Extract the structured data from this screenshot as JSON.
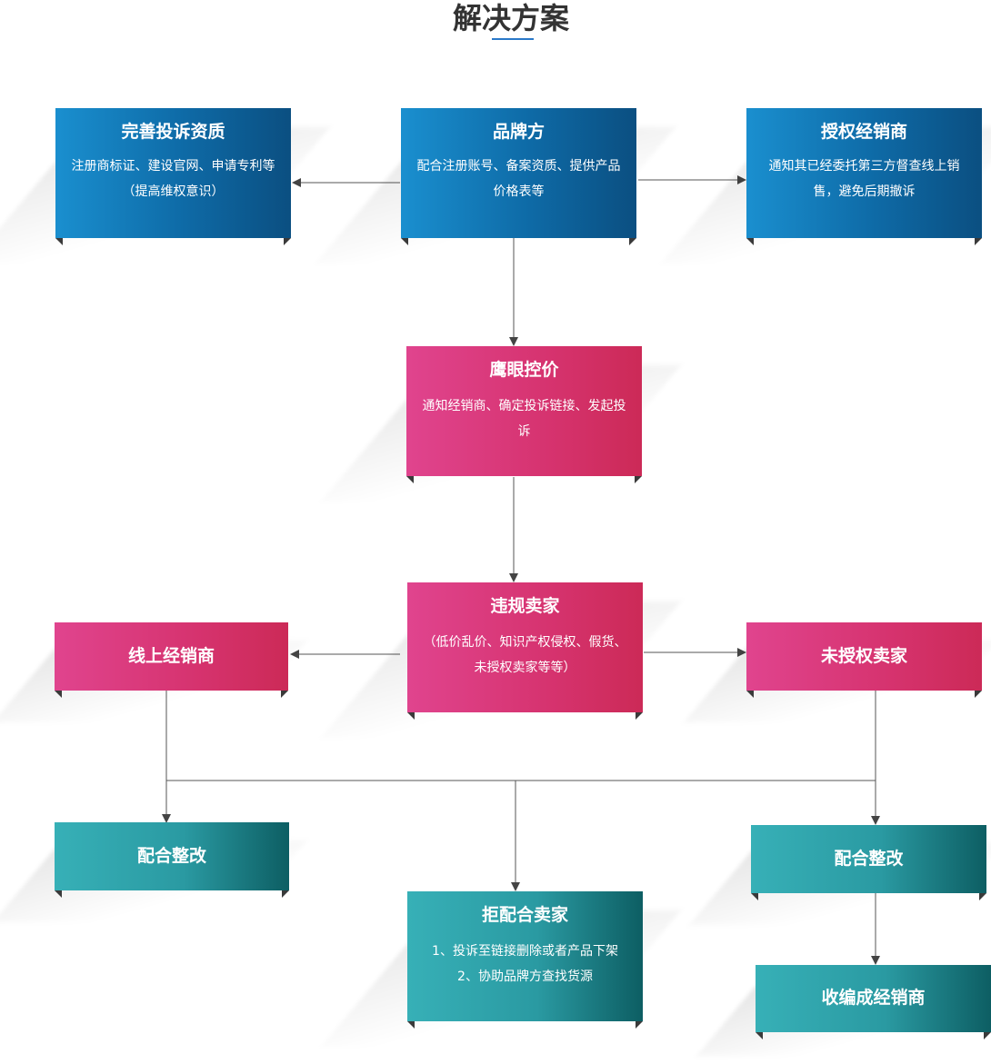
{
  "page": {
    "title": "解决方案"
  },
  "nodes": {
    "complaint_qual": {
      "title": "完善投诉资质",
      "desc": "注册商标证、建设官网、申请专利等（提高维权意识）"
    },
    "brand": {
      "title": "品牌方",
      "desc": "配合注册账号、备案资质、提供产品价格表等"
    },
    "auth_dealer": {
      "title": "授权经销商",
      "desc": "通知其已经委托第三方督查线上销售，避免后期撤诉"
    },
    "eagle_eye": {
      "title": "鹰眼控价",
      "desc": "通知经销商、确定投诉链接、发起投诉"
    },
    "violating_seller": {
      "title": "违规卖家",
      "desc": "（低价乱价、知识产权侵权、假货、未授权卖家等等）"
    },
    "online_dealer": {
      "title": "线上经销商"
    },
    "unauth_seller": {
      "title": "未授权卖家"
    },
    "rectify_left": {
      "title": "配合整改"
    },
    "refuse_seller": {
      "title": "拒配合卖家",
      "desc1": "1、投诉至链接删除或者产品下架",
      "desc2": "2、协助品牌方查找货源"
    },
    "rectify_right": {
      "title": "配合整改"
    },
    "become_dealer": {
      "title": "收编成经销商"
    }
  },
  "colors": {
    "blue": "#0e6aa6",
    "pink": "#d6336f",
    "teal": "#2a9aa2",
    "connector": "#555555",
    "title_underline": "#2a79c9"
  }
}
